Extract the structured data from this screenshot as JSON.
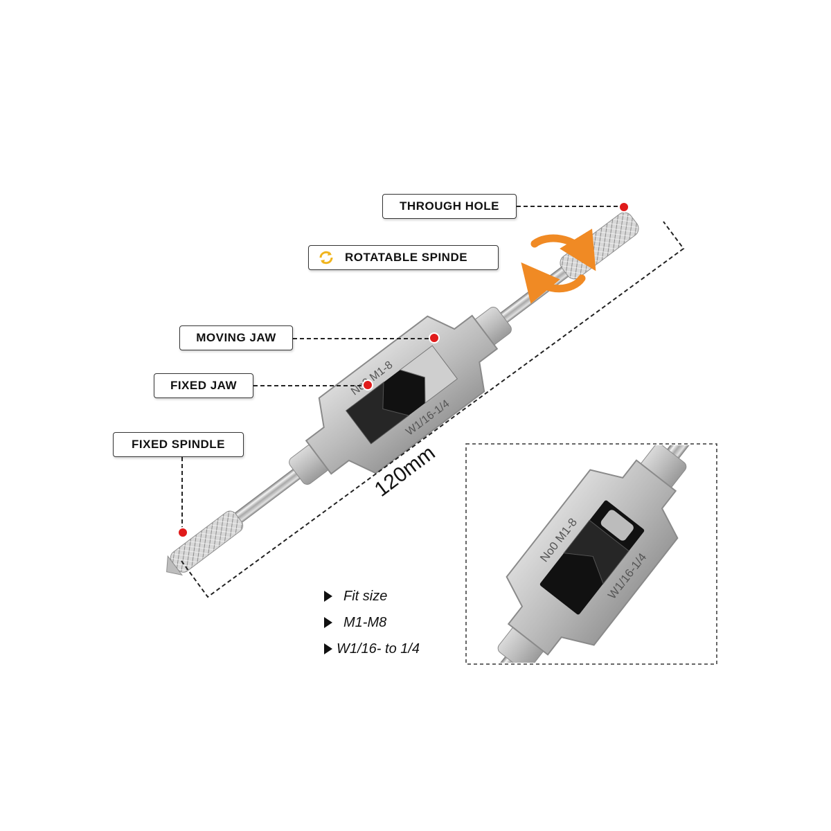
{
  "callouts": {
    "through_hole": "THROUGH HOLE",
    "rotatable_spindle": "ROTATABLE SPINDE",
    "moving_jaw": "MOVING JAW",
    "fixed_jaw": "FIXED JAW",
    "fixed_spindle": "FIXED SPINDLE"
  },
  "dimension": {
    "length": "120mm"
  },
  "markings": {
    "size_top": "No0 M1-8",
    "size_bottom": "W1/16-1/4"
  },
  "specs": [
    {
      "text": "Fit size"
    },
    {
      "text": "M1-M8"
    },
    {
      "text": "W1/16- to 1/4"
    }
  ],
  "colors": {
    "pointer_dot": "#e01b1b",
    "rotation_arrow": "#f08a24",
    "metal": "#c9c9c9",
    "jaw_window": "#111111"
  }
}
